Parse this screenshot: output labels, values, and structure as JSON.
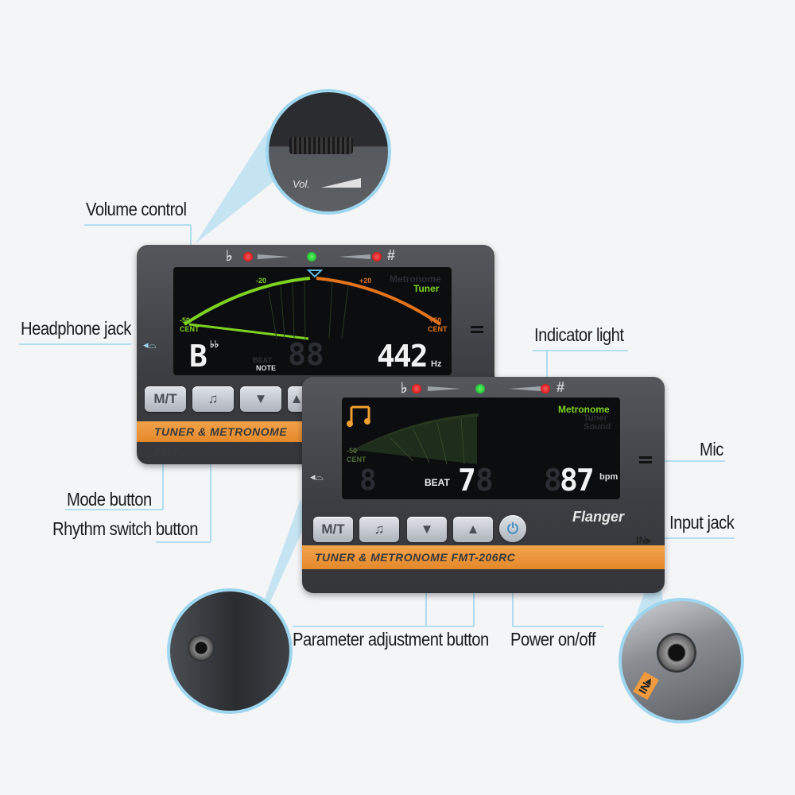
{
  "labels": {
    "volume_control": "Volume control",
    "headphone_jack": "Headphone jack",
    "indicator_light": "Indicator light",
    "mic": "Mic",
    "input_jack": "Input jack",
    "mode_button": "Mode button",
    "rhythm_switch_button": "Rhythm switch button",
    "parameter_adjustment_button": "Parameter adjustment button",
    "power_on_off": "Power on/off"
  },
  "back_device": {
    "mode_tuner": "Tuner",
    "mode_metronome": "Metronome",
    "cent_minus50": "-50",
    "cent_minus20": "-20",
    "cent_plus20": "+20",
    "cent_plus50": "+50",
    "cent_label": "CENT",
    "note_label": "NOTE",
    "beat_label": "BEAT",
    "note_value": "B",
    "note_flats": "♭♭",
    "freq_value": "442",
    "freq_unit": "Hz",
    "band_text": "TUNER & METRONOME FMT",
    "btn_mt": "M/T",
    "btn_rhythm": "♫",
    "btn_down": "▼",
    "btn_up": "▲",
    "flat": "♭",
    "sharp": "#"
  },
  "front_device": {
    "mode_metronome": "Metronome",
    "mode_tuner": "Tuner",
    "mode_sound": "Sound",
    "beat_label": "BEAT",
    "beat_value": "7",
    "bpm_value": "87",
    "bpm_unit": "bpm",
    "cent_minus50": "-50",
    "cent_label": "CENT",
    "brand": "Flanger",
    "in_label": "IN▸",
    "band_text": "TUNER & METRONOME  FMT-206RC",
    "btn_mt": "M/T",
    "btn_rhythm": "♫",
    "btn_down": "▼",
    "btn_up": "▲",
    "btn_power": "⏻",
    "flat": "♭",
    "sharp": "#",
    "metronome_icon": "music-note-icon"
  },
  "zoom_volume": {
    "text": "Vol."
  },
  "zoom_input": {
    "text": "IN▸"
  },
  "colors": {
    "callout": "#9fd6ef",
    "band": "#ef9a3e",
    "green": "#7ed321",
    "orange": "#e3741b"
  }
}
